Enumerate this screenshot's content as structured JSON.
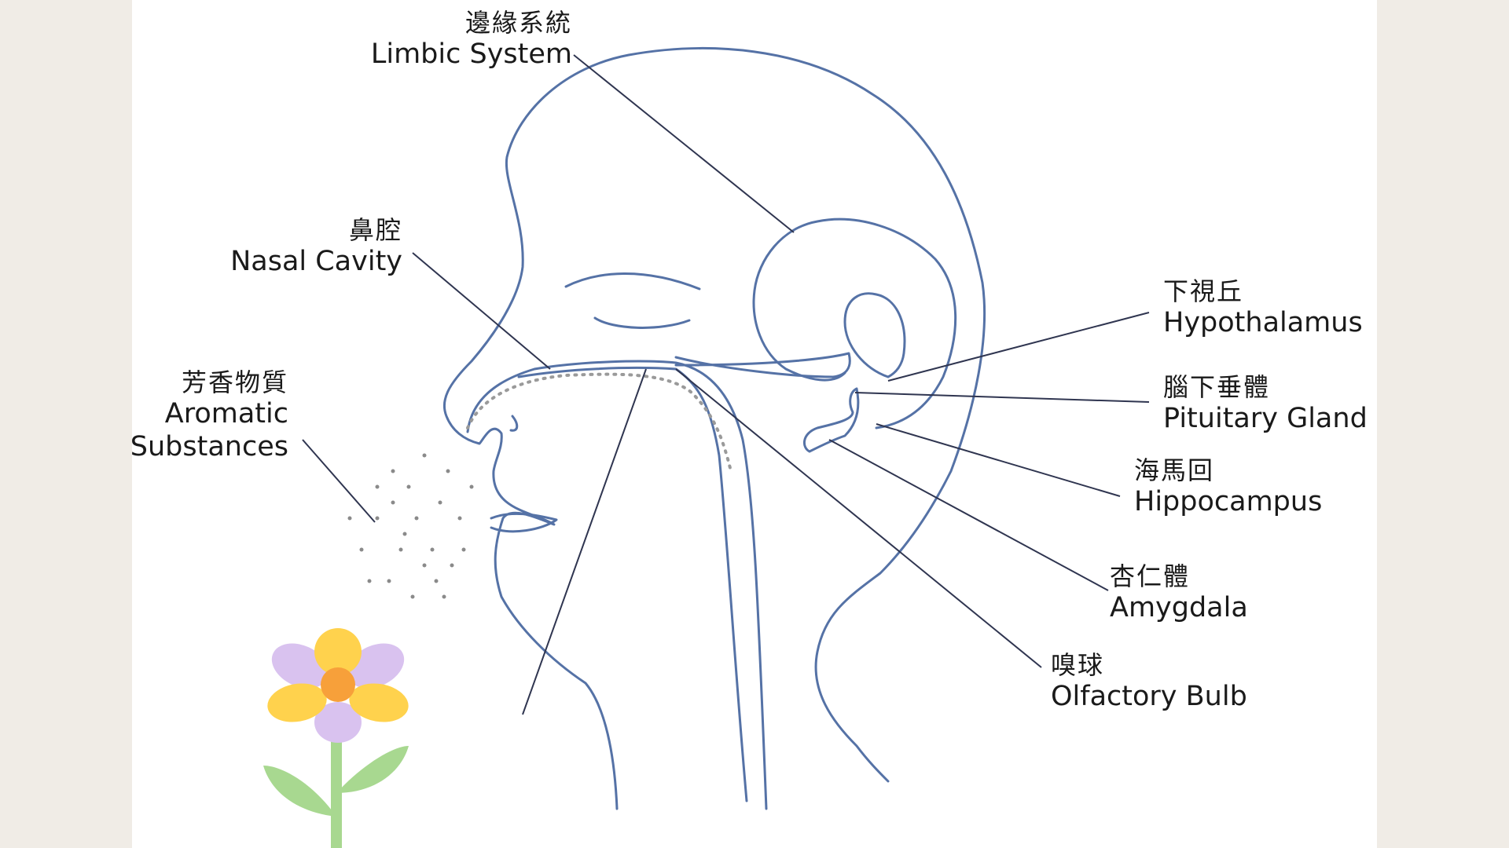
{
  "colors": {
    "outline": "#5572a6",
    "leader": "#2f3550",
    "background": "#f0ece6",
    "panel": "#ffffff",
    "petal_yellow": "#ffd24d",
    "petal_purple": "#d9c2ef",
    "flower_center": "#f7a03a",
    "stem": "#a8d890",
    "aroma_dots": "#8a8a8a"
  },
  "labels": {
    "limbic": {
      "zh": "邊緣系統",
      "en": "Limbic System"
    },
    "nasal": {
      "zh": "鼻腔",
      "en": "Nasal Cavity"
    },
    "aromatic": {
      "zh": "芳香物質",
      "en": "Aromatic",
      "en2": "Substances"
    },
    "hypothalamus": {
      "zh": "下視丘",
      "en": "Hypothalamus"
    },
    "pituitary": {
      "zh": "腦下垂體",
      "en": "Pituitary Gland"
    },
    "hippocampus": {
      "zh": "海馬回",
      "en": "Hippocampus"
    },
    "amygdala": {
      "zh": "杏仁體",
      "en": "Amygdala"
    },
    "olfactory": {
      "zh": "嗅球",
      "en": "Olfactory Bulb"
    }
  }
}
